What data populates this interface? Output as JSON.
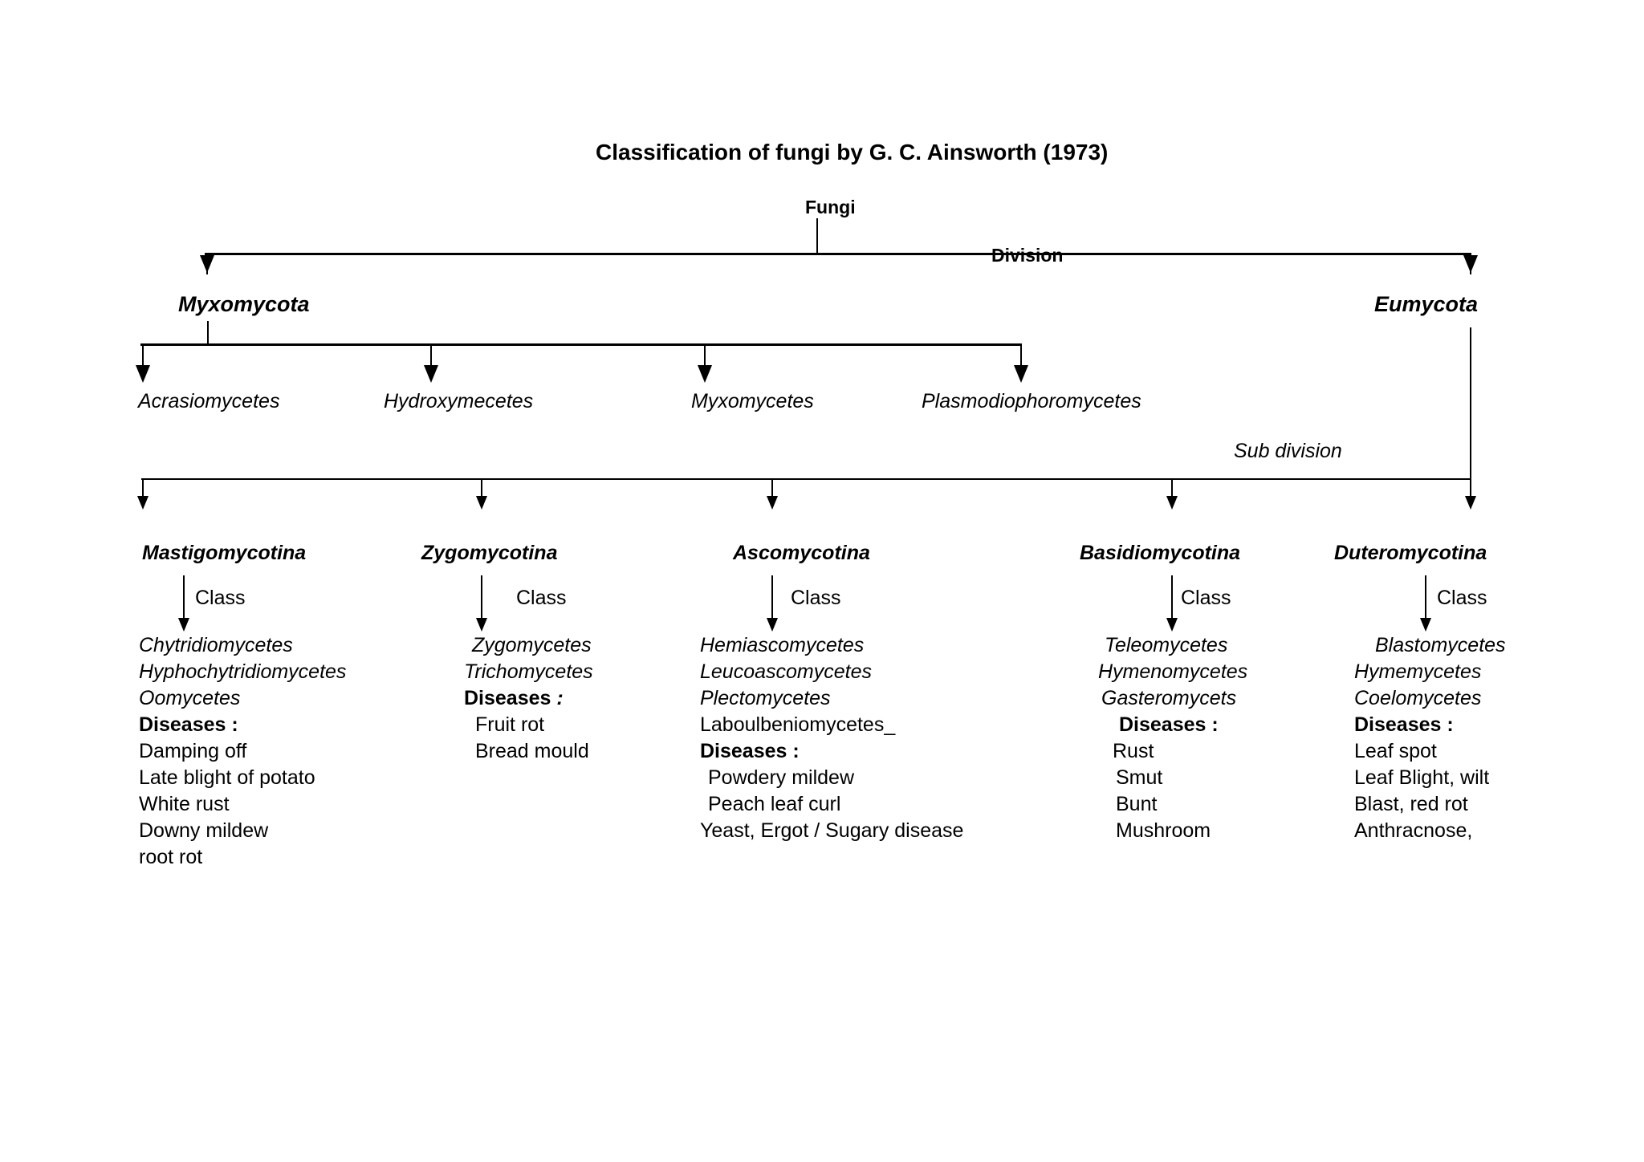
{
  "title": "Classification of fungi by G. C. Ainsworth (1973)",
  "root": {
    "label": "Fungi"
  },
  "edge_labels": {
    "division": "Division",
    "sub_division": "Sub division",
    "class": "Class"
  },
  "divisions": [
    {
      "name": "Myxomycota"
    },
    {
      "name": "Eumycota"
    }
  ],
  "myxomycota_classes": [
    {
      "name": "Acrasiomycetes"
    },
    {
      "name": "Hydroxymecetes"
    },
    {
      "name": "Myxomycetes"
    },
    {
      "name": "Plasmodiophoromycetes"
    }
  ],
  "subdivisions": [
    {
      "name": "Mastigomycotina",
      "class_label": "Class",
      "classes": [
        "Chytridiomycetes",
        "Hyphochytridiomycetes",
        "Oomycetes"
      ],
      "classes_italic": [
        true,
        true,
        true
      ],
      "diseases_heading": "Diseases :",
      "diseases_heading_italic_colon": false,
      "diseases": [
        "Damping off",
        "Late blight of potato",
        "White rust",
        "Downy mildew",
        "root rot"
      ]
    },
    {
      "name": "Zygomycotina",
      "class_label": "Class",
      "classes": [
        "Zygomycetes",
        "Trichomycetes"
      ],
      "classes_italic": [
        true,
        true
      ],
      "diseases_heading": "Diseases :",
      "diseases_heading_italic_colon": true,
      "diseases": [
        "Fruit rot",
        "Bread mould"
      ]
    },
    {
      "name": "Ascomycotina",
      "class_label": "Class",
      "classes": [
        "Hemiascomycetes",
        "Leucoascomycetes",
        "Plectomycetes",
        "Laboulbeniomycetes_"
      ],
      "classes_italic": [
        true,
        true,
        true,
        false
      ],
      "diseases_heading": "Diseases :",
      "diseases_heading_italic_colon": false,
      "diseases": [
        "Powdery mildew",
        "Peach leaf curl",
        "Yeast, Ergot / Sugary disease"
      ]
    },
    {
      "name": "Basidiomycotina",
      "class_label": "Class",
      "classes": [
        "Teleomycetes",
        "Hymenomycetes",
        "Gasteromycets"
      ],
      "classes_italic": [
        true,
        true,
        true
      ],
      "diseases_heading": "Diseases :",
      "diseases_heading_italic_colon": false,
      "diseases": [
        "Rust",
        "Smut",
        "Bunt",
        "Mushroom"
      ]
    },
    {
      "name": "Duteromycotina",
      "class_label": "Class",
      "classes": [
        "Blastomycetes",
        "Hymemycetes",
        "Coelomycetes"
      ],
      "classes_italic": [
        true,
        true,
        true
      ],
      "diseases_heading": "Diseases :",
      "diseases_heading_italic_colon": false,
      "diseases": [
        "Leaf spot",
        "Leaf Blight, wilt",
        "Blast, red rot",
        "Anthracnose,"
      ]
    }
  ],
  "colors": {
    "ink": "#000000",
    "background": "#ffffff"
  }
}
